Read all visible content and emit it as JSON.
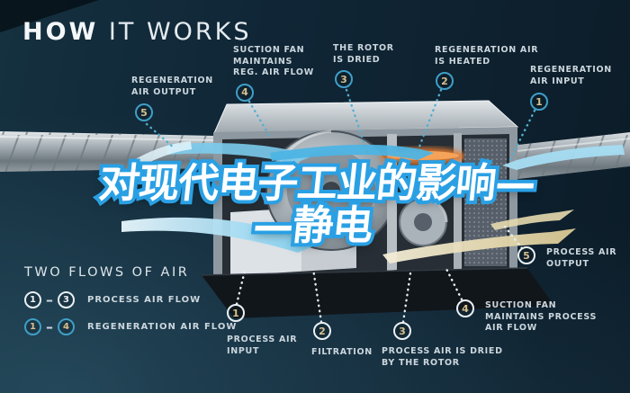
{
  "title": {
    "strong": "HOW",
    "light": " IT WORKS"
  },
  "overlay_title": {
    "line1": "对现代电子工业的影响—",
    "line2": "—静电"
  },
  "regeneration_callouts": [
    {
      "num": "5",
      "label": "REGENERATION\nAIR OUTPUT"
    },
    {
      "num": "4",
      "label": "SUCTION FAN\nMAINTAINS\nREG. AIR FLOW"
    },
    {
      "num": "3",
      "label": "THE ROTOR\nIS DRIED"
    },
    {
      "num": "2",
      "label": "REGENERATION AIR\nIS HEATED"
    },
    {
      "num": "1",
      "label": "REGENERATION\nAIR INPUT"
    }
  ],
  "process_callouts": [
    {
      "num": "1",
      "label": "PROCESS AIR\nINPUT"
    },
    {
      "num": "2",
      "label": "FILTRATION"
    },
    {
      "num": "3",
      "label": "PROCESS AIR IS DRIED\nBY THE ROTOR"
    },
    {
      "num": "4",
      "label": "SUCTION FAN\nMAINTAINS PROCESS\nAIR FLOW"
    },
    {
      "num": "5",
      "label": "PROCESS AIR\nOUTPUT"
    }
  ],
  "legend": {
    "title": "TWO FLOWS OF AIR",
    "rows": [
      {
        "from": "1",
        "dash": "–",
        "to": "3",
        "label": "PROCESS AIR FLOW",
        "flow": "process"
      },
      {
        "from": "1",
        "dash": "–",
        "to": "4",
        "label": "REGENERATION AIR FLOW",
        "flow": "regeneration"
      }
    ]
  },
  "colors": {
    "background_dark": "#0c1c28",
    "background_teal": "#15303f",
    "regen_ring_blue": "#3f9fc6",
    "process_ring_white": "#e9f0f4",
    "callout_number_gold": "#d6c08e",
    "label_text": "#cbd6dd",
    "overlay_fill": "#ffffff",
    "overlay_stroke_blue": "#2aa0e4",
    "heater_orange": "#e07a30",
    "process_flow_blue": "#8fd4ef",
    "regeneration_flow_tan": "#e8dcb4"
  }
}
